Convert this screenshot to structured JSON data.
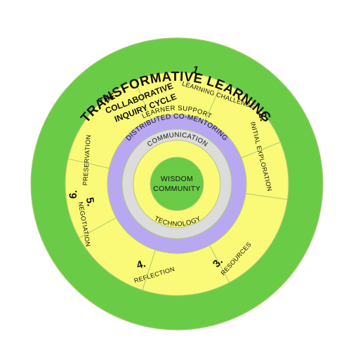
{
  "title": "TRANSFORMATIVE LEARNING",
  "cycle_label": [
    "THE",
    "COLLABORATIVE",
    "INQUIRY CYCLE"
  ],
  "segments": [
    {
      "number": "1.",
      "label": "LEARNING CHALLENGE"
    },
    {
      "number": "2.",
      "label": "INITIAL EXPLORATION"
    },
    {
      "number": "3.",
      "label": "RESOURCES"
    },
    {
      "number": "4.",
      "label": "REFLECTION"
    },
    {
      "number": "5.",
      "label": "NEGOTIATION"
    },
    {
      "number": "6.",
      "label": "PRESERVATION"
    }
  ],
  "rings": {
    "learner_support": "LEARNER SUPPORT",
    "distributed_co_mentoring": "DISTRIBUTED CO-MENTORING",
    "communication": "COMMUNICATION",
    "technology": "TECHNOLOGY"
  },
  "center": [
    "WISDOM",
    "COMMUNITY"
  ],
  "colors": {
    "outer_ring": "#6acc46",
    "cycle_band": "#fafa78",
    "lavender_ring": "#b8a8f2",
    "gray_ring": "#dcdcdc",
    "inner_yellow": "#fafa78",
    "center": "#6acc46",
    "divider": "#a8cc70"
  }
}
